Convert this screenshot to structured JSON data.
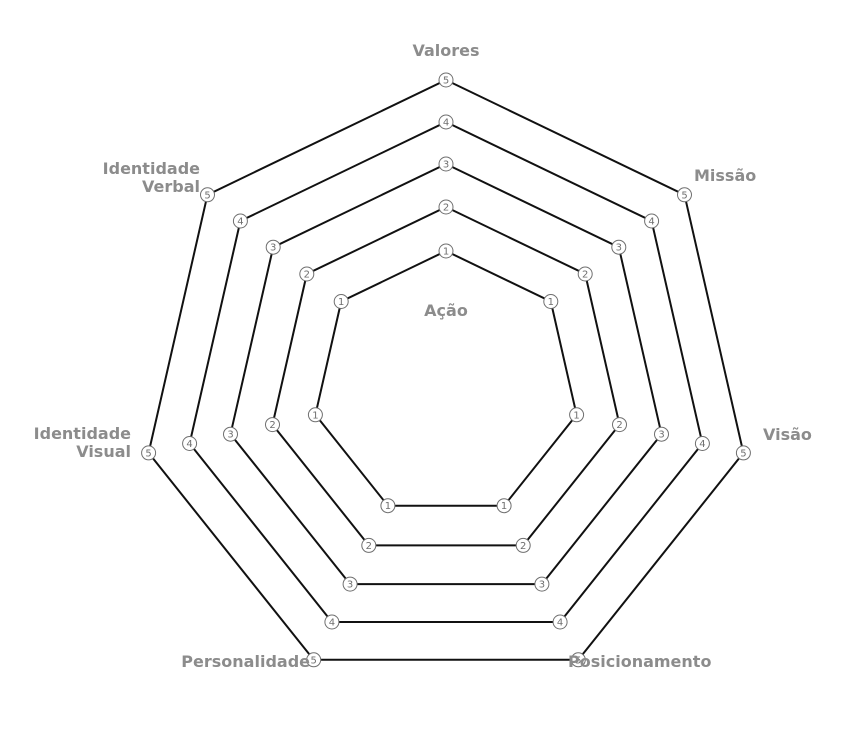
{
  "diagram": {
    "center_label": "Ação",
    "axes": [
      {
        "lines": [
          "Valores"
        ]
      },
      {
        "lines": [
          "Missão"
        ]
      },
      {
        "lines": [
          "Visão"
        ]
      },
      {
        "lines": [
          "Posicionamento"
        ]
      },
      {
        "lines": [
          "Personalidade"
        ]
      },
      {
        "lines": [
          "Identidade",
          "Visual"
        ]
      },
      {
        "lines": [
          "Identidade",
          "Verbal"
        ]
      }
    ],
    "levels": [
      "1",
      "2",
      "3",
      "4",
      "5"
    ]
  }
}
